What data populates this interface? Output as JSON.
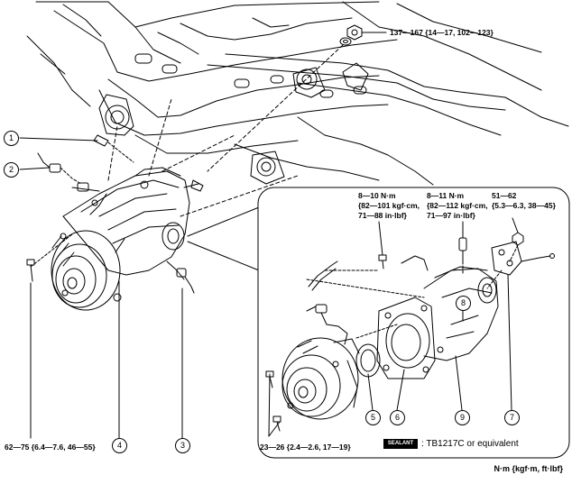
{
  "torque": {
    "t_top": "137—167 {14—17, 102—123}",
    "t_left_bolt": "62—75 {6.4—7.6, 46—55}",
    "t_detail_bolt": "23—26 {2.4—2.6, 17—19}",
    "t_8_10": [
      "8—10 N·m",
      "{82—101 kgf·cm,",
      "71—88 in·lbf}"
    ],
    "t_8_11": [
      "8—11 N·m",
      "{82—112 kgf·cm,",
      "71—97 in·lbf}"
    ],
    "t_51_62": [
      "51—62",
      "{5.3—6.3, 38—45}"
    ]
  },
  "callouts": [
    "1",
    "2",
    "3",
    "4",
    "5",
    "6",
    "7",
    "8",
    "9"
  ],
  "sealant": {
    "badge": "SEALANT",
    "text": ": TB1217C or equivalent"
  },
  "units": "N·m {kgf·m, ft·lbf}"
}
